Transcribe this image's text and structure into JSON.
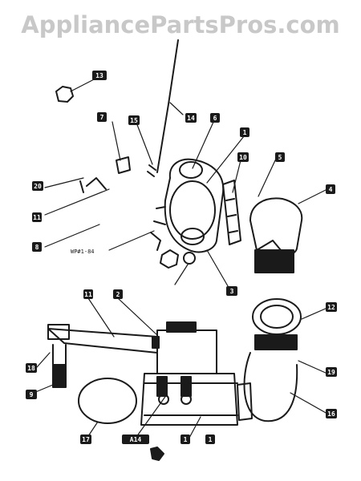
{
  "watermark": "AppliancePartsPros.com",
  "callouts": {
    "c1": "13",
    "c2": "7",
    "c3": "15",
    "c4": "14",
    "c5": "6",
    "c6": "1",
    "c7": "10",
    "c8": "5",
    "c9": "20",
    "c10": "4",
    "c11": "11",
    "c12": "8",
    "c13": "3",
    "c14": "2",
    "c15": "11",
    "c16": "12",
    "c17": "19",
    "c18": "16",
    "c19": "18",
    "c20": "9",
    "c21": "17",
    "c22": "1",
    "c23": "1",
    "c24": "A14"
  },
  "part_number_text": "WP#1-84",
  "colors": {
    "ink": "#1a1a1a",
    "watermark": "#c8c8c8",
    "paper": "#ffffff"
  }
}
